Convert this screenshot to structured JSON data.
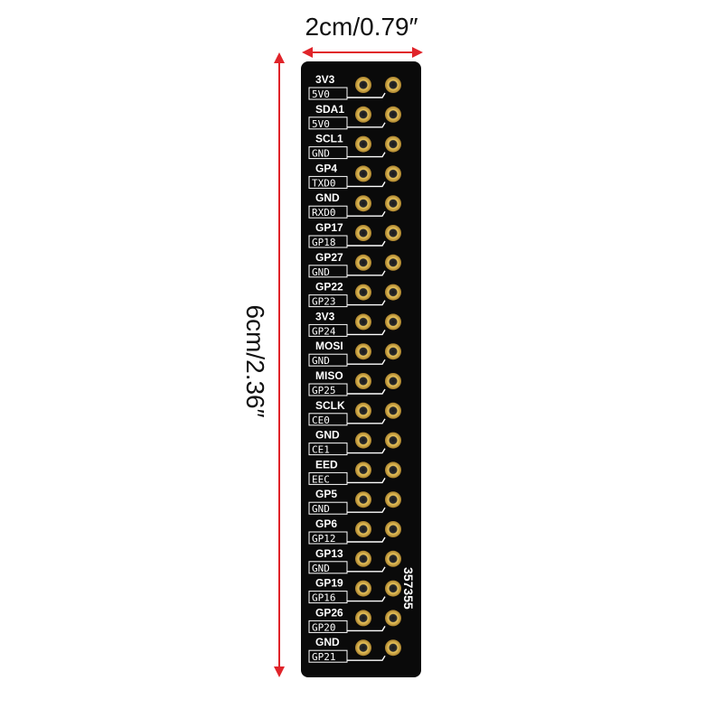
{
  "dimensions": {
    "width_label": "2cm/0.79″",
    "height_label": "6cm/2.36″"
  },
  "board": {
    "color": "#0a0a0a",
    "code": "357355",
    "pin_rows": [
      {
        "top": "3V3",
        "bottom": "5V0"
      },
      {
        "top": "SDA1",
        "bottom": "5V0"
      },
      {
        "top": "SCL1",
        "bottom": "GND"
      },
      {
        "top": "GP4",
        "bottom": "TXD0"
      },
      {
        "top": "GND",
        "bottom": "RXD0"
      },
      {
        "top": "GP17",
        "bottom": "GP18"
      },
      {
        "top": "GP27",
        "bottom": "GND"
      },
      {
        "top": "GP22",
        "bottom": "GP23"
      },
      {
        "top": "3V3",
        "bottom": "GP24"
      },
      {
        "top": "MOSI",
        "bottom": "GND"
      },
      {
        "top": "MISO",
        "bottom": "GP25"
      },
      {
        "top": "SCLK",
        "bottom": "CE0"
      },
      {
        "top": "GND",
        "bottom": "CE1"
      },
      {
        "top": "EED",
        "bottom": "EEC"
      },
      {
        "top": "GP5",
        "bottom": "GND"
      },
      {
        "top": "GP6",
        "bottom": "GP12"
      },
      {
        "top": "GP13",
        "bottom": "GND"
      },
      {
        "top": "GP19",
        "bottom": "GP16"
      },
      {
        "top": "GP26",
        "bottom": "GP20"
      },
      {
        "top": "GND",
        "bottom": "GP21"
      }
    ]
  },
  "colors": {
    "arrow": "#e0242a",
    "pad": "#c9a24a",
    "silkscreen": "#ffffff"
  }
}
